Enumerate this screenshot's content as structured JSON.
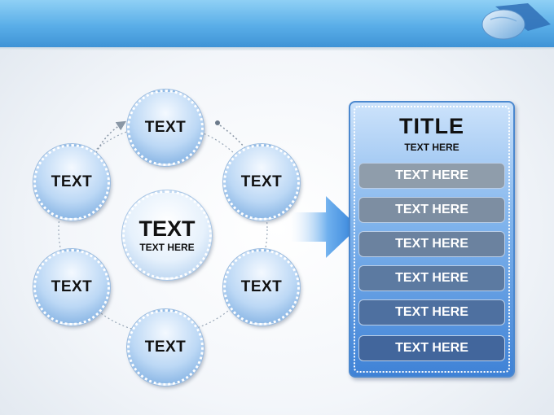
{
  "diagram": {
    "center": {
      "title": "TEXT",
      "subtitle": "TEXT HERE"
    },
    "nodes": [
      {
        "id": "top",
        "label": "TEXT"
      },
      {
        "id": "upper-right",
        "label": "TEXT"
      },
      {
        "id": "lower-right",
        "label": "TEXT"
      },
      {
        "id": "bottom",
        "label": "TEXT"
      },
      {
        "id": "lower-left",
        "label": "TEXT"
      },
      {
        "id": "upper-left",
        "label": "TEXT"
      }
    ],
    "arrow_icon": "right-arrow-icon"
  },
  "panel": {
    "title": "TITLE",
    "subtitle": "TEXT HERE",
    "items": [
      {
        "label": "TEXT HERE"
      },
      {
        "label": "TEXT HERE"
      },
      {
        "label": "TEXT HERE"
      },
      {
        "label": "TEXT HERE"
      },
      {
        "label": "TEXT HERE"
      },
      {
        "label": "TEXT HERE"
      }
    ]
  },
  "colors": {
    "banner": "#5aaee8",
    "node_fill": "#bcd8f5",
    "panel_top": "#cde3fb",
    "panel_bottom": "#3f82d6",
    "item_colors": [
      "#8f9dab",
      "#7d8ea2",
      "#6b829f",
      "#5c7aa1",
      "#4e70a0",
      "#42669c"
    ]
  }
}
